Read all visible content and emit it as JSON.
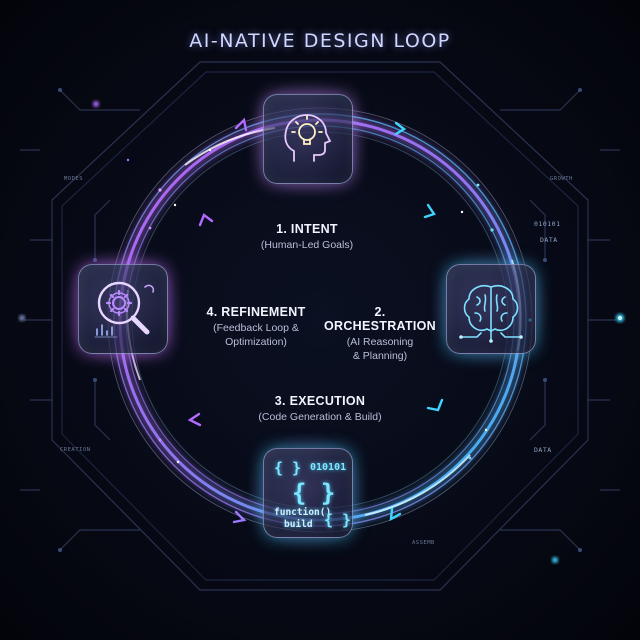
{
  "title": "AI-NATIVE DESIGN LOOP",
  "steps": [
    {
      "heading": "1. INTENT",
      "sub": "(Human-Led Goals)",
      "icon": "head-lightbulb-icon"
    },
    {
      "heading": "2. ORCHESTRATION",
      "sub_line1": "(AI Reasoning",
      "sub_line2": "& Planning)",
      "icon": "brain-circuit-icon"
    },
    {
      "heading": "3. EXECUTION",
      "sub": "(Code Generation & Build)",
      "icon": "code-braces-icon"
    },
    {
      "heading": "4. REFINEMENT",
      "sub_line1": "(Feedback Loop &",
      "sub_line2": "Optimization)",
      "icon": "gear-magnifier-icon"
    }
  ],
  "exec_icon": {
    "binary": "010101",
    "func": "function()",
    "build": "build",
    "brace_open": "{ }",
    "brace_big": "{ }",
    "brace_small": "{ }"
  },
  "bg_text": {
    "top_left": "MODES",
    "top_right": "GROWTH",
    "right_bin": "010101",
    "right_data": "DATA",
    "left_bottom": "CREATION",
    "right_bottom_data": "DATA",
    "bottom_right": "ASSEMB"
  },
  "colors": {
    "violet": "#b36bff",
    "cyan": "#3fd4ff",
    "white_glow": "#e6e0ff"
  }
}
